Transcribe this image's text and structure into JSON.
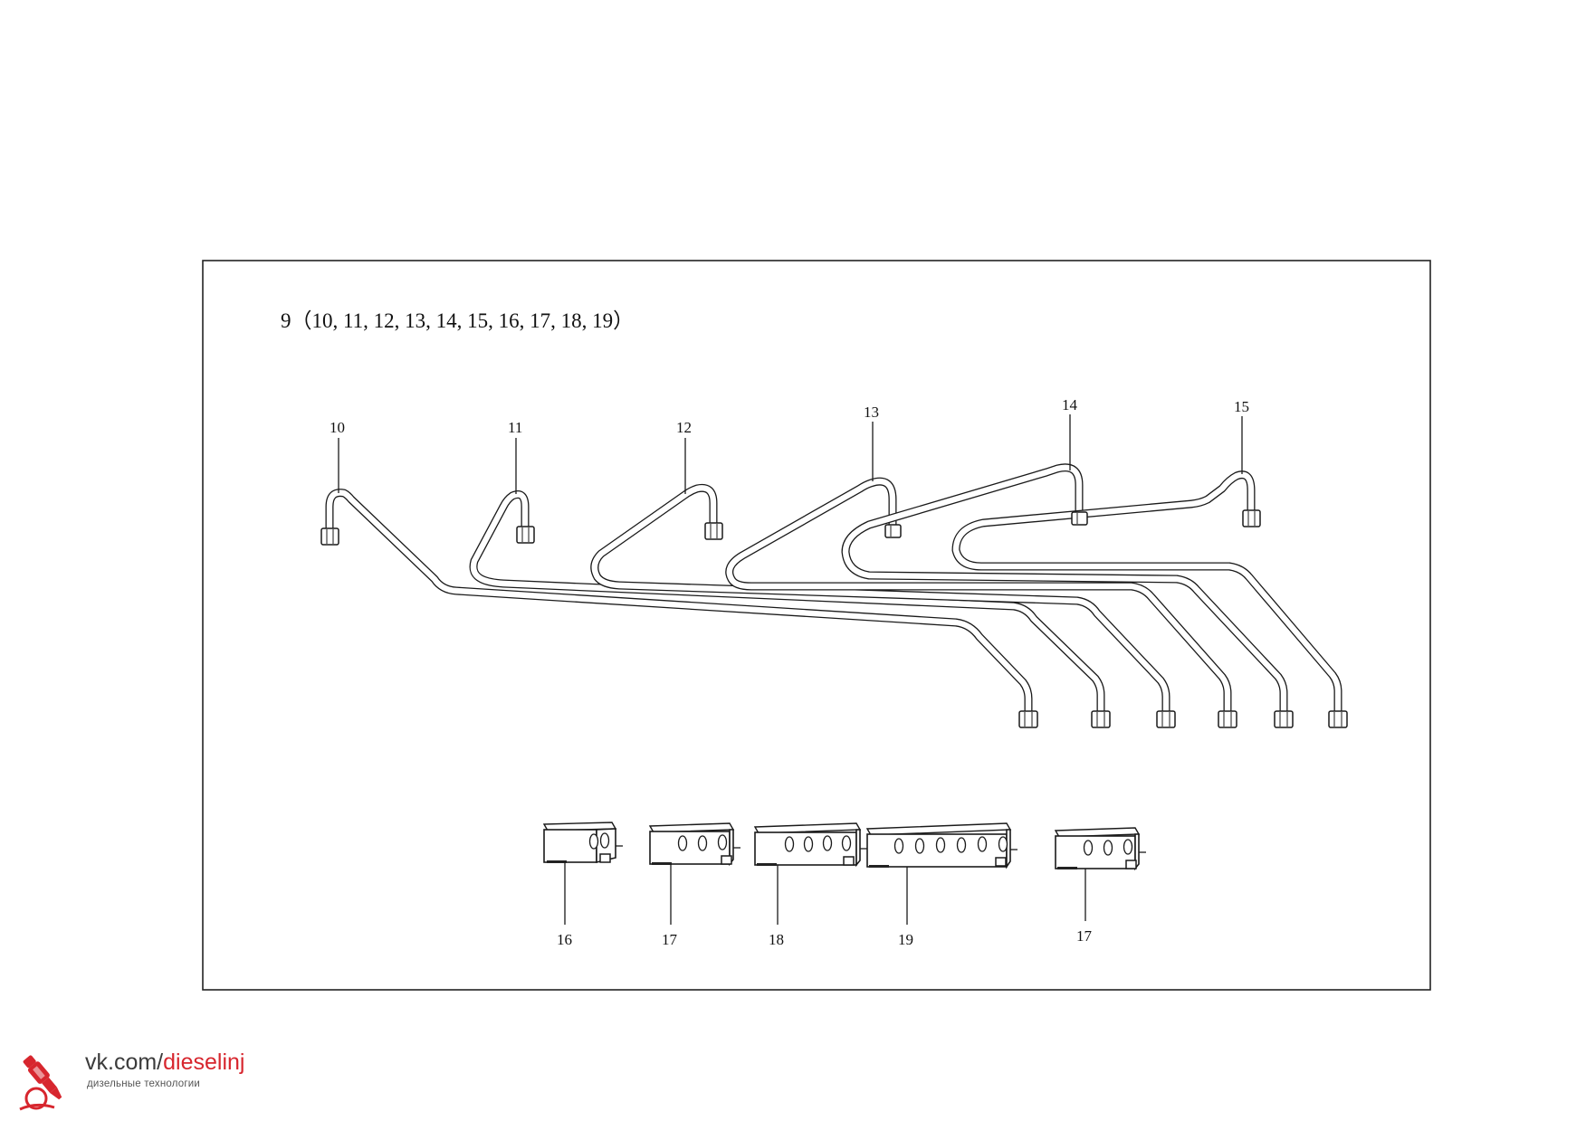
{
  "heading": "9（10, 11, 12, 13, 14, 15, 16, 17, 18, 19）",
  "callouts": {
    "pipe_10": "10",
    "pipe_11": "11",
    "pipe_12": "12",
    "pipe_13": "13",
    "pipe_14": "14",
    "pipe_15": "15",
    "clamp_16": "16",
    "clamp_17a": "17",
    "clamp_18": "18",
    "clamp_19": "19",
    "clamp_17b": "17"
  },
  "watermark": {
    "url_prefix": "vk.com/",
    "url_accent": "dieselinj",
    "subtitle": "дизельные технологии",
    "accent_color": "#d7262e",
    "logo_icon": "injector-icon"
  }
}
